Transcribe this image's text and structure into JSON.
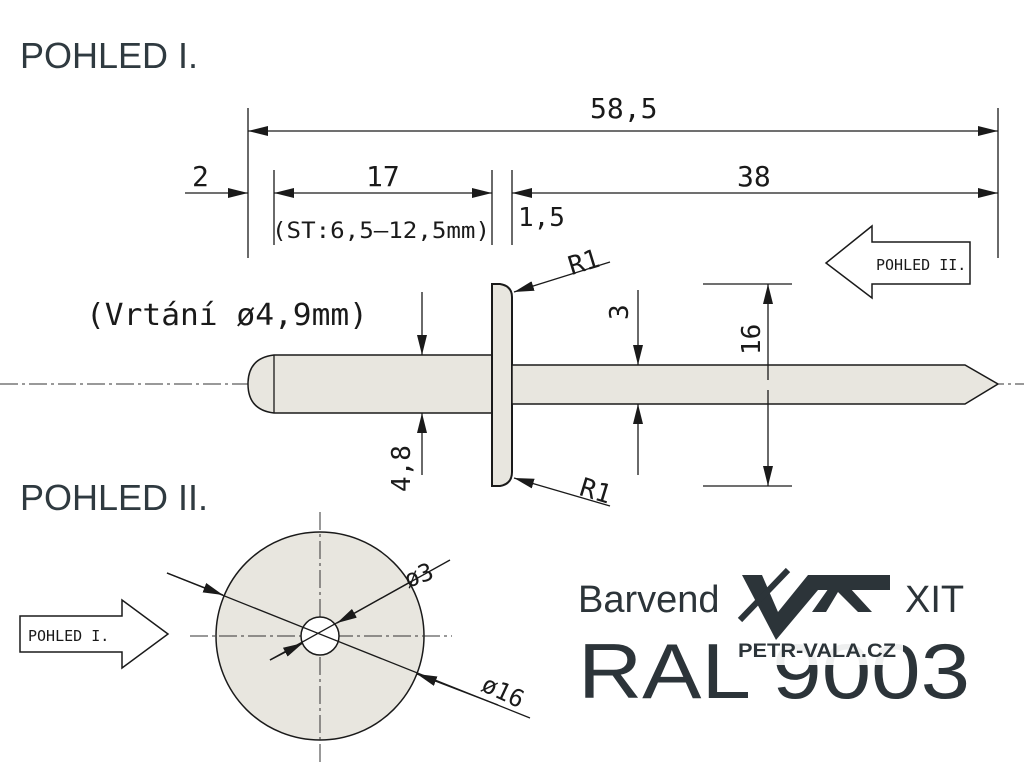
{
  "colors": {
    "ink": "#1a1a1a",
    "heading": "#2f3a40",
    "part_fill": "#e8e6df",
    "watermark": "#2c3439"
  },
  "headings": {
    "view1": "POHLED I.",
    "view2": "POHLED II."
  },
  "dimensions": {
    "total_length": "58,5",
    "offset": "2",
    "body_length": "17",
    "grip_range": "(ST:6,5–12,5mm)",
    "head_thickness": "1,5",
    "mandrel_length": "38",
    "radius_top": "R1",
    "radius_bottom": "R1",
    "mandrel_diameter": "3",
    "head_diameter": "16",
    "body_diameter": "4,8",
    "drilling": "(Vrtání ø4,9mm)",
    "view2_small_diameter": "ø3",
    "view2_large_diameter": "ø16"
  },
  "view_arrows": {
    "arrow_to_view2": "POHLED II.",
    "arrow_to_view1": "POHLED I."
  },
  "color_note": {
    "line1": "Barvend",
    "line1_end": "XIT",
    "ral": "RAL 9003"
  },
  "watermark": {
    "text": "PETR-VALA.CZ",
    "icon": "petr-vala-logo-icon"
  }
}
